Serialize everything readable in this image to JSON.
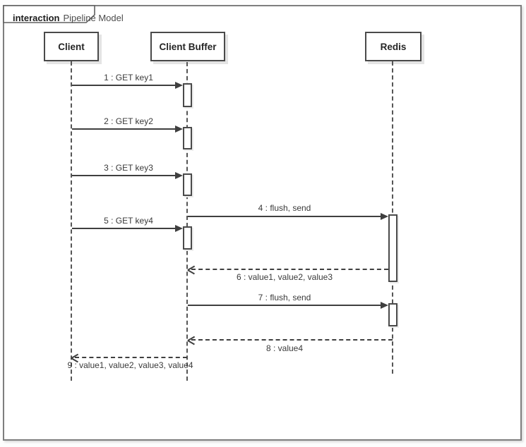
{
  "frame": {
    "keyword": "interaction",
    "title": "Pipeline Model"
  },
  "lifelines": [
    {
      "label": "Client"
    },
    {
      "label": "Client Buffer"
    },
    {
      "label": "Redis"
    }
  ],
  "messages": [
    {
      "label": "1 : GET key1",
      "from": "Client",
      "to": "Client Buffer",
      "type": "sync"
    },
    {
      "label": "2 : GET key2",
      "from": "Client",
      "to": "Client Buffer",
      "type": "sync"
    },
    {
      "label": "3 : GET key3",
      "from": "Client",
      "to": "Client Buffer",
      "type": "sync"
    },
    {
      "label": "4 : flush, send",
      "from": "Client Buffer",
      "to": "Redis",
      "type": "sync"
    },
    {
      "label": "5 : GET key4",
      "from": "Client",
      "to": "Client Buffer",
      "type": "sync"
    },
    {
      "label": "6 : value1, value2, value3",
      "from": "Redis",
      "to": "Client Buffer",
      "type": "return"
    },
    {
      "label": "7 : flush, send",
      "from": "Client Buffer",
      "to": "Redis",
      "type": "sync"
    },
    {
      "label": "8 : value4",
      "from": "Redis",
      "to": "Client Buffer",
      "type": "return"
    },
    {
      "label": "9 : value1, value2, value3, value4",
      "from": "Client Buffer",
      "to": "Client",
      "type": "return"
    }
  ],
  "colors": {
    "line": "#3f3f3f",
    "border": "#4a4a4a",
    "text": "#262626",
    "frame": "#7e7e7e"
  }
}
